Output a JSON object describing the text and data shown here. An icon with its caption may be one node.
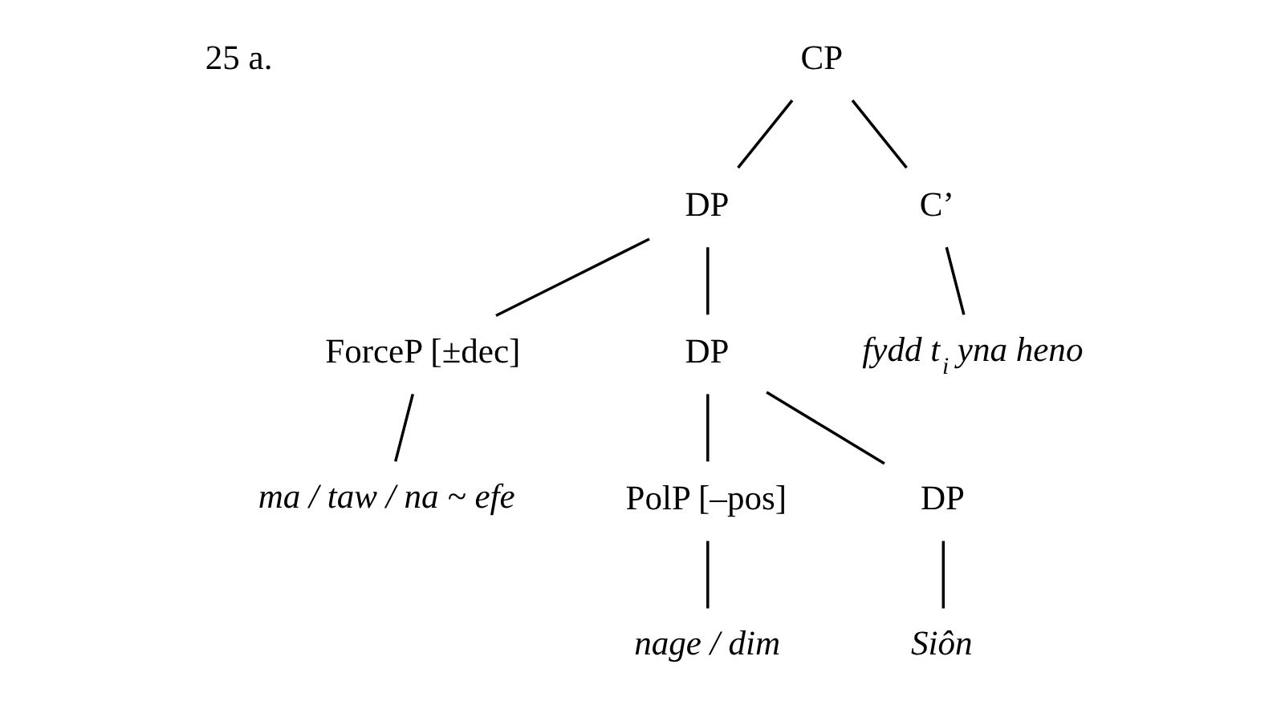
{
  "diagram": {
    "nodes": [
      {
        "text": [
          "CP"
        ]
      },
      {
        "text": [
          "DP"
        ]
      },
      {
        "text": [
          "C’"
        ]
      },
      {
        "text": [
          "ForceP [±dec]"
        ]
      },
      {
        "text": [
          "DP"
        ]
      },
      {
        "text": [
          "fydd t$_{i}$ yna heno"
        ]
      },
      {
        "text": [
          "ma / taw / na ~ efe"
        ]
      },
      {
        "text": [
          "PolP [–pos]"
        ]
      },
      {
        "text": [
          "DP"
        ]
      },
      {
        "text": [
          "nage / dim"
        ]
      },
      {
        "text": [
          "Siôn"
        ]
      }
    ],
    "edges": [
      {
        "from": 0,
        "to": 1,
        "arrow": "none"
      },
      {
        "from": 0,
        "to": 2,
        "arrow": "none"
      },
      {
        "from": 1,
        "to": 3,
        "arrow": "none"
      },
      {
        "from": 1,
        "to": 4,
        "arrow": "none"
      },
      {
        "from": 2,
        "to": 5,
        "arrow": "none"
      },
      {
        "from": 3,
        "to": 6,
        "arrow": "none"
      },
      {
        "from": 4,
        "to": 7,
        "arrow": "none"
      },
      {
        "from": 4,
        "to": 8,
        "arrow": "none"
      },
      {
        "from": 7,
        "to": 9,
        "arrow": "none"
      },
      {
        "from": 8,
        "to": 10,
        "arrow": "none"
      }
    ],
    "labels": [
      "25 a."
    ]
  }
}
